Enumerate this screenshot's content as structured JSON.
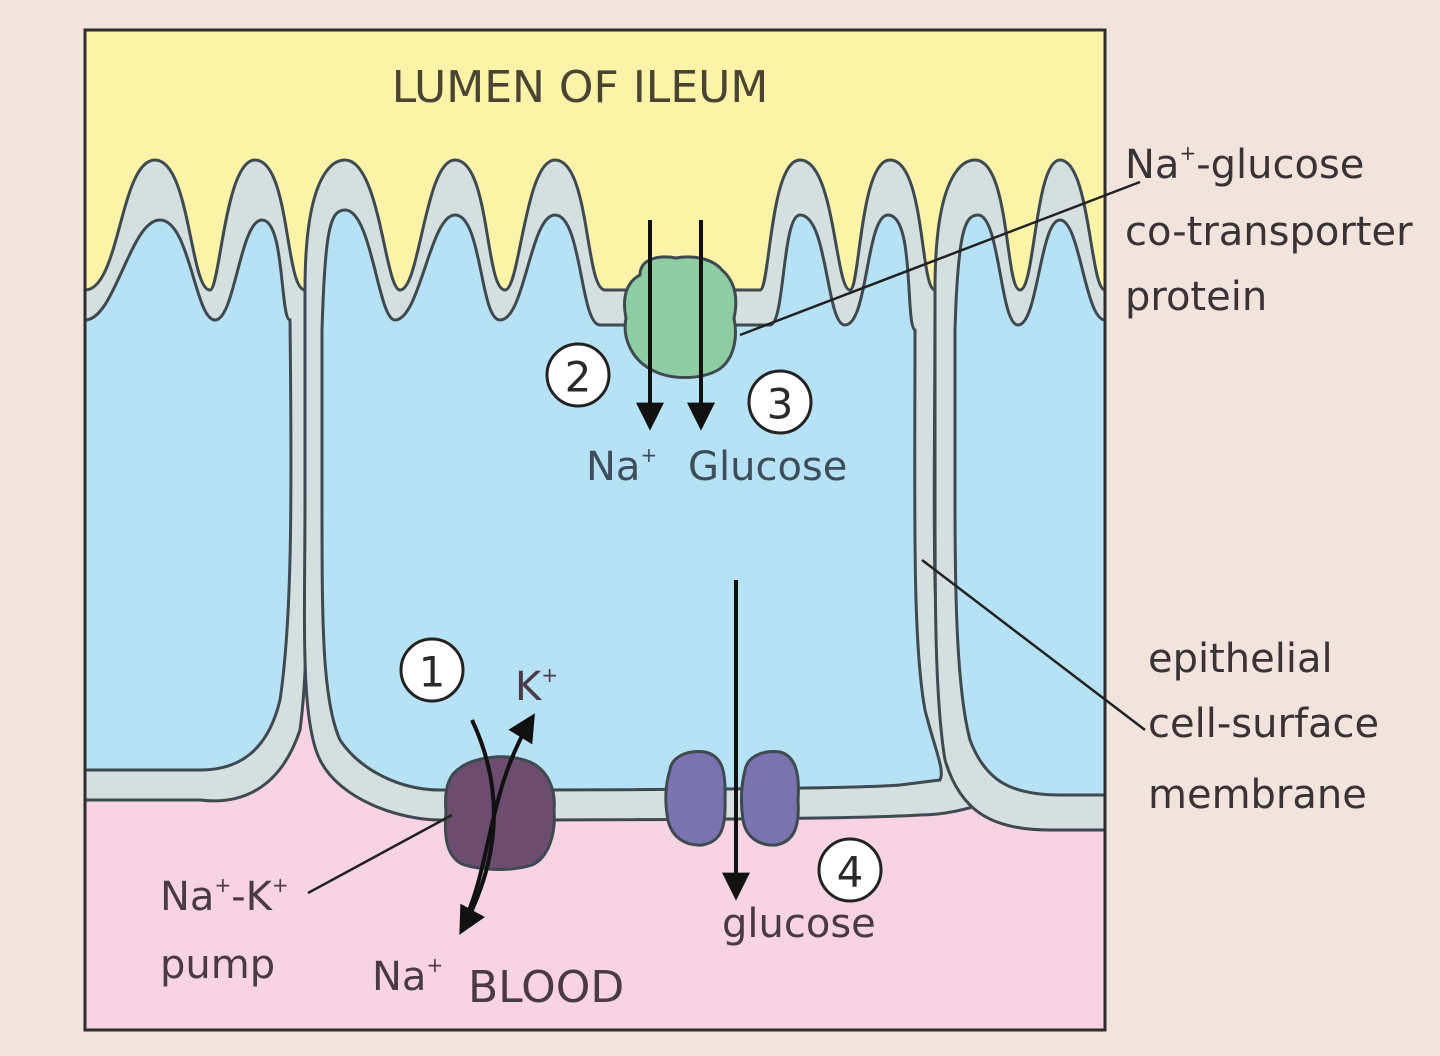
{
  "labels": {
    "lumen": "LUMEN OF ILEUM",
    "cotransporter": {
      "ion": "Na",
      "charge": "+",
      "line1_rest": "-glucose",
      "line2": "co-transporter",
      "line3": "protein"
    },
    "membrane": {
      "line1": "epithelial",
      "line2": "cell-surface",
      "line3": "membrane"
    },
    "na_in": {
      "ion": "Na",
      "charge": "+"
    },
    "glucose_in": "Glucose",
    "k_in": {
      "ion": "K",
      "charge": "+"
    },
    "pump": {
      "ion1": "Na",
      "charge1": "+",
      "sep": "-",
      "ion2": "K",
      "charge2": "+",
      "line2": "pump"
    },
    "na_out": {
      "ion": "Na",
      "charge": "+"
    },
    "blood": "BLOOD",
    "glucose_out": "glucose"
  },
  "steps": [
    "1",
    "2",
    "3",
    "4"
  ],
  "colors": {
    "lumen": "#fbf3a8",
    "cell": "#b7e1f4",
    "blood": "#f7d3e4",
    "membrane": "#d5dfe0",
    "outline": "#3e4a50",
    "cotransporter": "#8ecca4",
    "pump": "#6d4d6f",
    "channel": "#7a73b0",
    "background": "#f1e4dd"
  }
}
